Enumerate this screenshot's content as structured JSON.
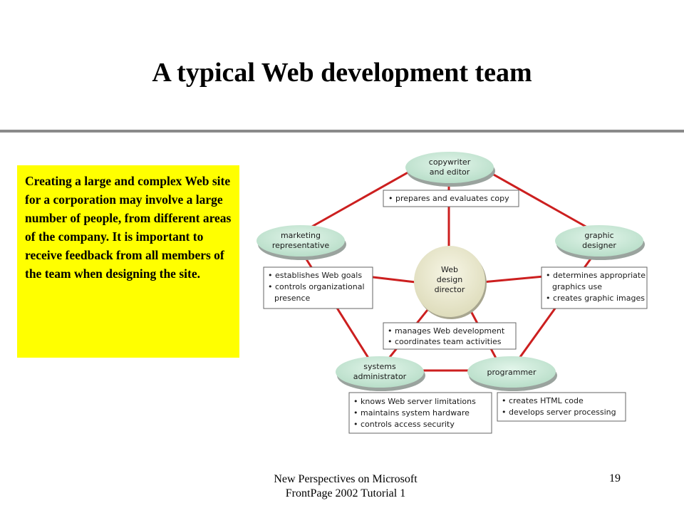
{
  "slide": {
    "title": "A typical Web development team",
    "callout_text": "Creating a large and complex Web site for a corporation may involve a large number of people, from different areas of the company. It is important to receive feedback from all members of the team when designing the site.",
    "footer_line1": "New Perspectives on Microsoft",
    "footer_line2": "FrontPage 2002 Tutorial 1",
    "page_number": "19"
  },
  "diagram": {
    "nodes": {
      "copywriter": {
        "line1": "copywriter",
        "line2": "and editor"
      },
      "marketing": {
        "line1": "marketing",
        "line2": "representative"
      },
      "graphic": {
        "line1": "graphic",
        "line2": "designer"
      },
      "director": {
        "line1": "Web",
        "line2": "design",
        "line3": "director"
      },
      "systems": {
        "line1": "systems",
        "line2": "administrator"
      },
      "programmer": {
        "line1": "programmer"
      }
    },
    "roles": {
      "copywriter": [
        "prepares and evaluates copy"
      ],
      "marketing": [
        "establishes Web goals",
        "controls organizational",
        "presence"
      ],
      "graphic": [
        "determines appropriate",
        "graphics use",
        "creates graphic images"
      ],
      "director": [
        "manages Web development",
        "coordinates team activities"
      ],
      "systems": [
        "knows Web server limitations",
        "maintains system hardware",
        "controls access security"
      ],
      "programmer": [
        "creates HTML code",
        "develops server processing"
      ]
    },
    "colors": {
      "connector": "#cc1f1f",
      "node_fill": "#c9ead7",
      "director_fill": "#efeed6",
      "box_border": "#666666"
    }
  }
}
